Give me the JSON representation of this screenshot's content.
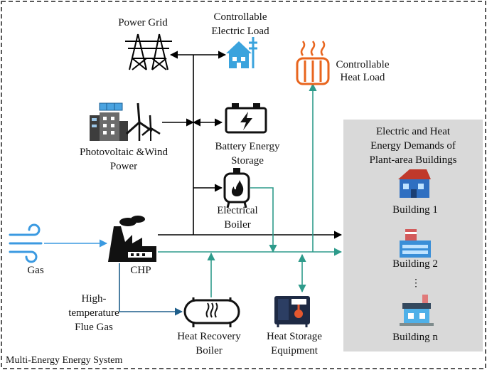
{
  "system_label": "Multi-Energy Energy System",
  "nodes": {
    "power_grid": "Power Grid",
    "controllable_electric_load": [
      "Controllable",
      "Electric Load"
    ],
    "controllable_heat_load": [
      "Controllable",
      "Heat Load"
    ],
    "pv_wind": [
      "Photovoltaic &Wind",
      "Power"
    ],
    "battery": [
      "Battery Energy",
      "Storage"
    ],
    "electrical_boiler": [
      "Electrical",
      "Boiler"
    ],
    "gas": "Gas",
    "chp": "CHP",
    "flue_gas": [
      "High-",
      "temperature",
      "Flue Gas"
    ],
    "heat_recovery_boiler": [
      "Heat Recovery",
      "Boiler"
    ],
    "heat_storage": [
      "Heat Storage",
      "Equipment"
    ]
  },
  "demand_panel": {
    "title": [
      "Electric and Heat",
      "Energy Demands of",
      "Plant-area Buildings"
    ],
    "buildings": [
      "Building 1",
      "Building 2",
      "Building n"
    ],
    "ellipsis": "⋮"
  },
  "colors": {
    "electric": "#000000",
    "heat": "#2e9b8b",
    "flue": "#1f5f8b",
    "gas": "#3b9ae1",
    "panel": "#d9d9d9",
    "heat_load_icon": "#e8651e",
    "electric_load_icon": "#3aa3dd"
  }
}
